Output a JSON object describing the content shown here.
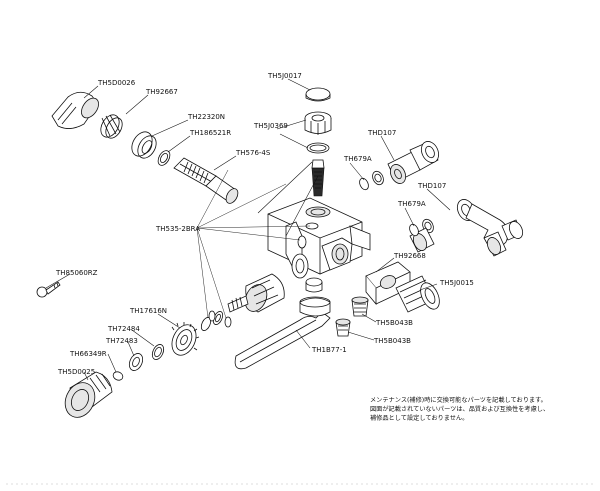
{
  "diagram": {
    "labels": {
      "TH5D0026": "TH5D0026",
      "TH92667": "TH92667",
      "TH22320N": "TH22320N",
      "TH186521R": "TH186521R",
      "TH576_45": "TH576-4S",
      "TH5J0017": "TH5J0017",
      "TH5J0369": "TH5J0369",
      "THD107_a": "THD107",
      "TH679A_a": "TH679A",
      "THD107_b": "THD107",
      "TH679A_b": "TH679A",
      "TH535_2BRA": "TH535-2BRA",
      "TH92668": "TH92668",
      "TH5J0015": "TH5J0015",
      "TH85060RZ": "TH85060RZ",
      "TH17616N": "TH17616N",
      "TH72484": "TH72484",
      "TH72483": "TH72483",
      "TH66349R": "TH66349R",
      "TH5D0025": "TH5D0025",
      "TH5B043B_a": "TH5B043B",
      "TH5B043B_b": "TH5B043B",
      "TH1B77_1": "TH1B77-1"
    },
    "note": {
      "line1": "メンテナンス(補修)時に交換可能なパーツを記載しております。",
      "line2": "図面が記載されていないパーツは、品質および互換性を考慮し、",
      "line3": "補修品として設定しておりません。"
    }
  }
}
